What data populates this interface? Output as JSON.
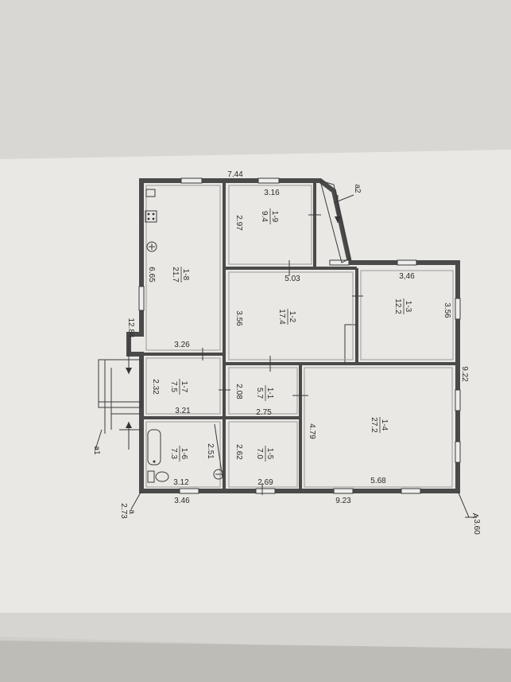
{
  "rooms": [
    {
      "id": "1-8",
      "area": "21.7"
    },
    {
      "id": "1-9",
      "area": "9.4"
    },
    {
      "id": "1-2",
      "area": "17.4"
    },
    {
      "id": "1-3",
      "area": "12.2"
    },
    {
      "id": "1-7",
      "area": "7.5"
    },
    {
      "id": "1-1",
      "area": "5.7"
    },
    {
      "id": "1-4",
      "area": "27.2"
    },
    {
      "id": "1-6",
      "area": "7.3"
    },
    {
      "id": "1-5",
      "area": "7.0"
    }
  ],
  "dimensions": [
    "7.44",
    "3.16",
    "2.97",
    "6.65",
    "12.84",
    "5.03",
    "3,46",
    "3.56",
    "3.56",
    "3.26",
    "9.22",
    "2.32",
    "2.08",
    "3.21",
    "2.75",
    "4.79",
    "2.51",
    "2.62",
    "3.12",
    "2.69",
    "5.68",
    "3.46",
    "9.23"
  ],
  "markers": [
    "a2",
    "a1",
    "a",
    "A",
    "2.73",
    "3.60"
  ]
}
